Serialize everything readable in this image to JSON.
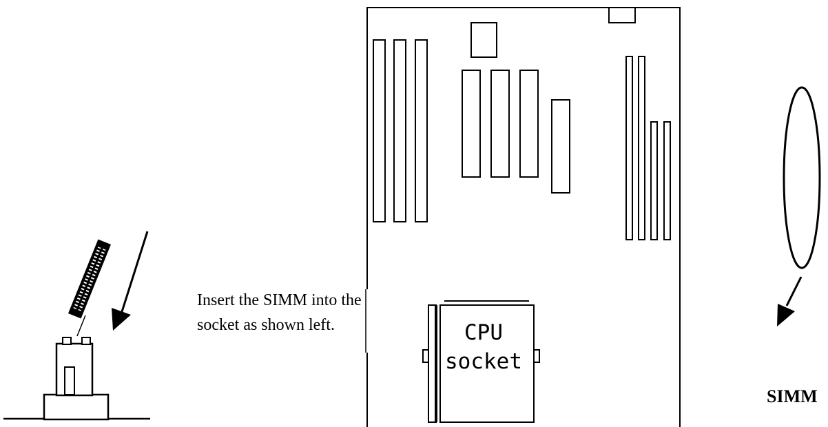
{
  "instruction": {
    "line1": "Insert the SIMM into the",
    "line2": "socket as shown left."
  },
  "cpu_socket": {
    "line1": "CPU",
    "line2": "socket"
  },
  "callout": {
    "label": "SIMM"
  }
}
